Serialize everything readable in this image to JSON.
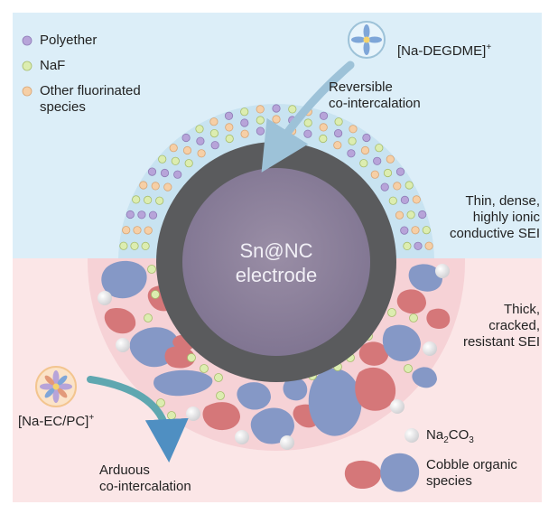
{
  "legend": {
    "polyether": "Polyether",
    "naf": "NaF",
    "other_fluorinated": [
      "Other fluorinated",
      "species"
    ],
    "na2co3": {
      "main": "Na",
      "sub": "2",
      "tail": "CO",
      "sub2": "3"
    },
    "cobble_organic": [
      "Cobble organic",
      "species"
    ]
  },
  "ions": {
    "top": {
      "main": "[Na-DEGDME]",
      "sup": "+"
    },
    "bottom": {
      "main": "[Na-EC/PC]",
      "sup": "+"
    }
  },
  "processes": {
    "reversible": [
      "Reversible",
      "co-intercalation"
    ],
    "arduous": [
      "Arduous",
      "co-intercalation"
    ]
  },
  "sei": {
    "thin": [
      "Thin, dense,",
      "highly ionic",
      "conductive SEI"
    ],
    "thick": [
      "Thick,",
      "cracked,",
      "resistant SEI"
    ]
  },
  "electrode": [
    "Sn@NC",
    "electrode"
  ],
  "colors": {
    "top_background": "#dceef8",
    "bottom_background": "#fbe6e7",
    "top_sei_layer": "#c8e3f1",
    "bottom_sei_layer": "#f6d2d6",
    "electrode_shell": "#5a5b5d",
    "electrode_core": "#8b7f98",
    "polyether": "#b7a4d9",
    "naf": "#dcedb0",
    "other_fluorinated": "#f6cfa6",
    "na2co3": "#d9d9da",
    "cobble_red": "#d57779",
    "cobble_blue": "#8598c6",
    "arrow_blue": "#9dc2d8",
    "arrow_teal": "#5fa7b0"
  }
}
